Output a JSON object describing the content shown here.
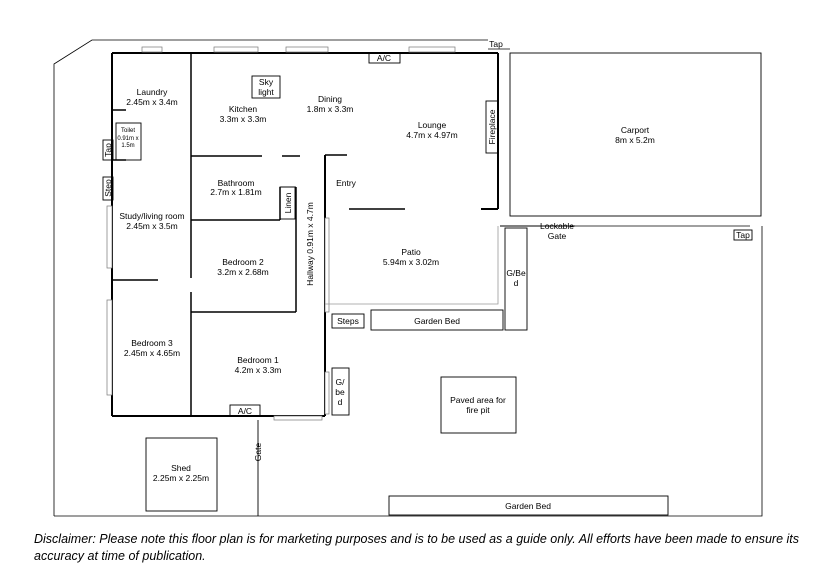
{
  "rooms": {
    "laundry": {
      "name": "Laundry",
      "size": "2.45m x 3.4m"
    },
    "skylight": {
      "line1": "Sky",
      "line2": "light"
    },
    "kitchen": {
      "name": "Kitchen",
      "size": "3.3m x 3.3m"
    },
    "dining": {
      "name": "Dining",
      "size": "1.8m x 3.3m"
    },
    "lounge": {
      "name": "Lounge",
      "size": "4.7m x 4.97m"
    },
    "fireplace": "Fireplace",
    "carport": {
      "name": "Carport",
      "size": "8m x 5.2m"
    },
    "toilet": {
      "name": "Toilet",
      "size1": "0.91m x",
      "size2": "1.5m"
    },
    "bathroom": {
      "name": "Bathroom",
      "size": "2.7m x 1.81m"
    },
    "linen": "Linen",
    "entry": "Entry",
    "study": {
      "name": "Study/living room",
      "size": "2.45m x 3.5m"
    },
    "bedroom2": {
      "name": "Bedroom 2",
      "size": "3.2m x 2.68m"
    },
    "hallway": "Hallway 0.91m x 4.7m",
    "patio": {
      "name": "Patio",
      "size": "5.94m x 3.02m"
    },
    "bedroom3": {
      "name": "Bedroom 3",
      "size": "2.45m x 4.65m"
    },
    "bedroom1": {
      "name": "Bedroom 1",
      "size": "4.2m x 3.3m"
    },
    "shed": {
      "name": "Shed",
      "size": "2.25m x 2.25m"
    }
  },
  "features": {
    "ac_top": "A/C",
    "ac_bottom": "A/C",
    "tap_top": "Tap",
    "tap_left": "Tap",
    "tap_right": "Tap",
    "step_left": "Step",
    "steps": "Steps",
    "lockable_gate": {
      "line1": "Lockable",
      "line2": "Gate"
    },
    "gate": "Gate",
    "garden_bed_small_left": {
      "line1": "G/Be",
      "line2": "d"
    },
    "garden_bed_small_lower": {
      "line1": "G/",
      "line2": "be",
      "line3": "d"
    },
    "garden_bed_patio": "Garden Bed",
    "garden_bed_bottom": "Garden Bed",
    "paved_area": {
      "line1": "Paved area for",
      "line2": "fire pit"
    }
  },
  "disclaimer": "Disclaimer: Please note this floor plan is for marketing purposes and is to be used as a guide only. All efforts have been made to ensure its accuracy at time of publication."
}
